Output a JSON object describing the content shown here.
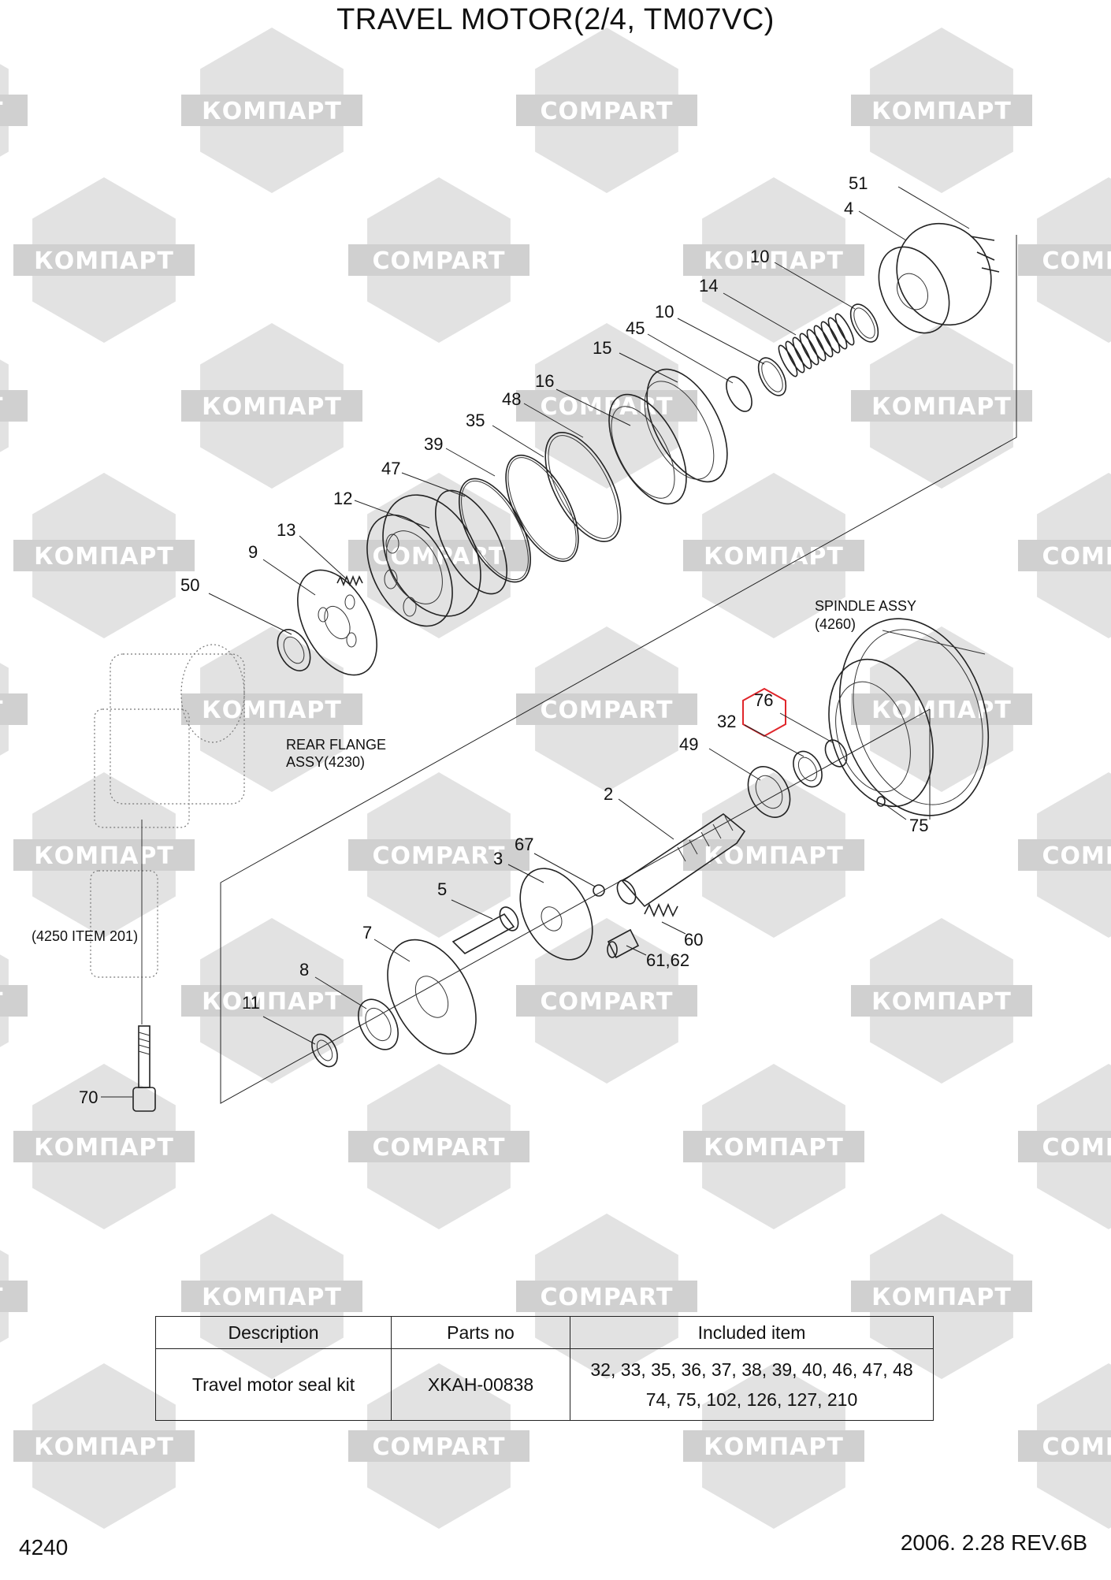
{
  "title": "TRAVEL MOTOR(2/4, TM07VC)",
  "watermark": {
    "left_word": "КОМПАРТ",
    "right_word": "COMPART"
  },
  "callouts": [
    "51",
    "4",
    "10",
    "14",
    "10",
    "45",
    "15",
    "16",
    "48",
    "35",
    "39",
    "47",
    "12",
    "13",
    "9",
    "50",
    "76",
    "32",
    "49",
    "75",
    "2",
    "67",
    "3",
    "5",
    "60",
    "61,62",
    "7",
    "8",
    "11",
    "70"
  ],
  "highlighted_callout": "76",
  "highlight_color": "#e0262b",
  "notes": {
    "spindle_line1": "SPINDLE ASSY",
    "spindle_line2": "(4260)",
    "rear_line1": "REAR FLANGE",
    "rear_line2": "ASSY(4230)",
    "item201": "(4250 ITEM 201)"
  },
  "kit_table": {
    "headers": [
      "Description",
      "Parts no",
      "Included item"
    ],
    "row": {
      "description": "Travel motor seal kit",
      "parts_no": "XKAH-00838",
      "included_line1": "32, 33, 35, 36, 37, 38, 39, 40, 46, 47, 48",
      "included_line2": "74, 75, 102, 126, 127, 210"
    }
  },
  "footer": {
    "page": "4240",
    "date_rev": "2006. 2.28  REV.6B"
  }
}
